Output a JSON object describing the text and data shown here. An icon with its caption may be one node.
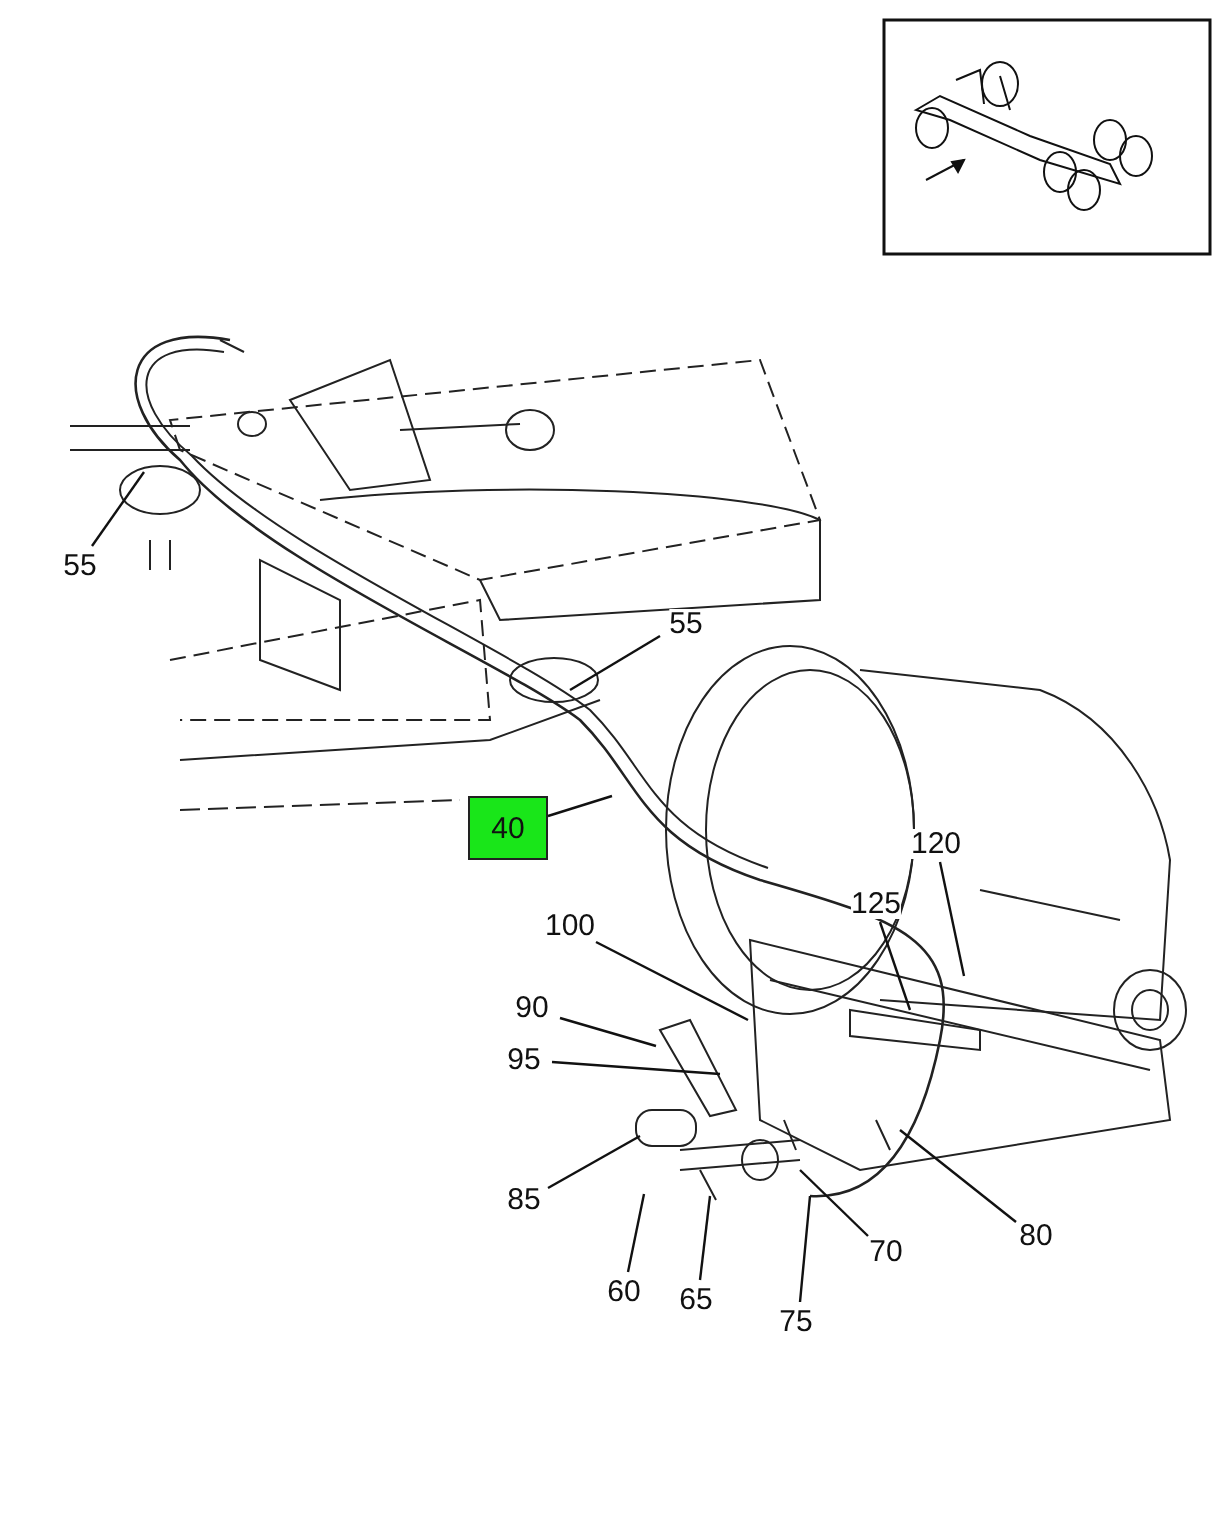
{
  "diagram": {
    "nodes": [
      {
        "text": [
          "55"
        ]
      },
      {
        "text": [
          "55"
        ]
      },
      {
        "text": [
          "40"
        ]
      },
      {
        "text": [
          "120"
        ]
      },
      {
        "text": [
          "125"
        ]
      },
      {
        "text": [
          "100"
        ]
      },
      {
        "text": [
          "90"
        ]
      },
      {
        "text": [
          "95"
        ]
      },
      {
        "text": [
          "85"
        ]
      },
      {
        "text": [
          "80"
        ]
      },
      {
        "text": [
          "70"
        ]
      },
      {
        "text": [
          "60"
        ]
      },
      {
        "text": [
          "65"
        ]
      },
      {
        "text": [
          "75"
        ]
      }
    ],
    "edges": [
      {
        "from": 0,
        "to": null,
        "arrow": "none"
      },
      {
        "from": 1,
        "to": null,
        "arrow": "none"
      },
      {
        "from": 2,
        "to": null,
        "arrow": "none"
      },
      {
        "from": 3,
        "to": null,
        "arrow": "none"
      },
      {
        "from": 4,
        "to": null,
        "arrow": "none"
      },
      {
        "from": 5,
        "to": null,
        "arrow": "none"
      },
      {
        "from": 6,
        "to": null,
        "arrow": "none"
      },
      {
        "from": 7,
        "to": null,
        "arrow": "none"
      },
      {
        "from": 8,
        "to": null,
        "arrow": "none"
      },
      {
        "from": 9,
        "to": null,
        "arrow": "none"
      },
      {
        "from": 10,
        "to": null,
        "arrow": "none"
      },
      {
        "from": 11,
        "to": null,
        "arrow": "none"
      },
      {
        "from": 12,
        "to": null,
        "arrow": "none"
      },
      {
        "from": 13,
        "to": null,
        "arrow": "none"
      }
    ]
  }
}
